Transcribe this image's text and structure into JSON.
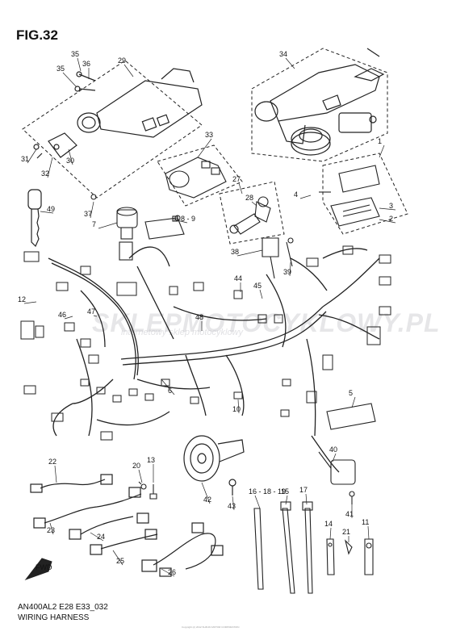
{
  "figure": {
    "label": "FIG.32",
    "model_code": "AN400AL2 E28 E33_032",
    "title": "WIRING HARNESS",
    "watermark": "SKLEPMOTOCYKLOWY.PL",
    "watermark_sub": "internetowy sklep motocyklowy",
    "copyright": "Copyright (c) 2012 SUZUKI MOTOR CORPORATION"
  },
  "callouts": [
    "35",
    "36",
    "29",
    "35",
    "34",
    "31",
    "32",
    "30",
    "33",
    "1",
    "49",
    "37",
    "27",
    "28",
    "4",
    "3",
    "2",
    "7",
    "8 - 9",
    "38",
    "39",
    "12",
    "44",
    "45",
    "46",
    "47",
    "48",
    "6",
    "10",
    "5",
    "22",
    "20",
    "13",
    "42",
    "43",
    "40",
    "41",
    "16 - 18 - 19",
    "15",
    "17",
    "23",
    "24",
    "25",
    "26",
    "14",
    "21",
    "11"
  ],
  "fwd_label": "FWD"
}
